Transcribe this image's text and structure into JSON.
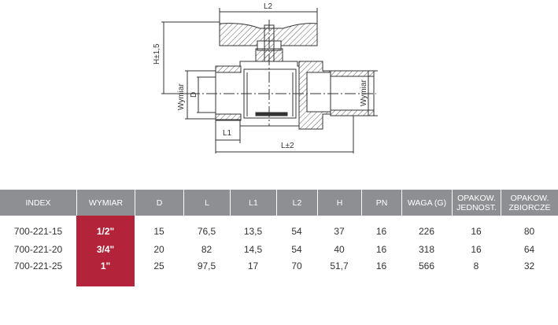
{
  "drawing": {
    "labels": {
      "L2": "L2",
      "H": "H±1,5",
      "wymiar_left": "Wymiar",
      "D": "D",
      "wymiar_right": "Wymiar",
      "L1": "L1",
      "L": "L±2"
    }
  },
  "table": {
    "headers": [
      "INDEX",
      "WYMIAR",
      "D",
      "L",
      "L1",
      "L2",
      "H",
      "PN",
      "WAGA (G)",
      "OPAKOW. JEDNOST.",
      "OPAKOW. ZBIORCZE"
    ],
    "rows": [
      [
        "700-221-15",
        "1/2\"",
        "15",
        "76,5",
        "13,5",
        "54",
        "37",
        "16",
        "226",
        "16",
        "80"
      ],
      [
        "700-221-20",
        "3/4\"",
        "20",
        "82",
        "14,5",
        "54",
        "40",
        "16",
        "318",
        "16",
        "64"
      ],
      [
        "700-221-25",
        "1\"",
        "25",
        "97,5",
        "17",
        "70",
        "51,7",
        "16",
        "566",
        "8",
        "32"
      ]
    ]
  },
  "colors": {
    "header_bg": "#8e8f92",
    "highlight": "#b3243b"
  }
}
